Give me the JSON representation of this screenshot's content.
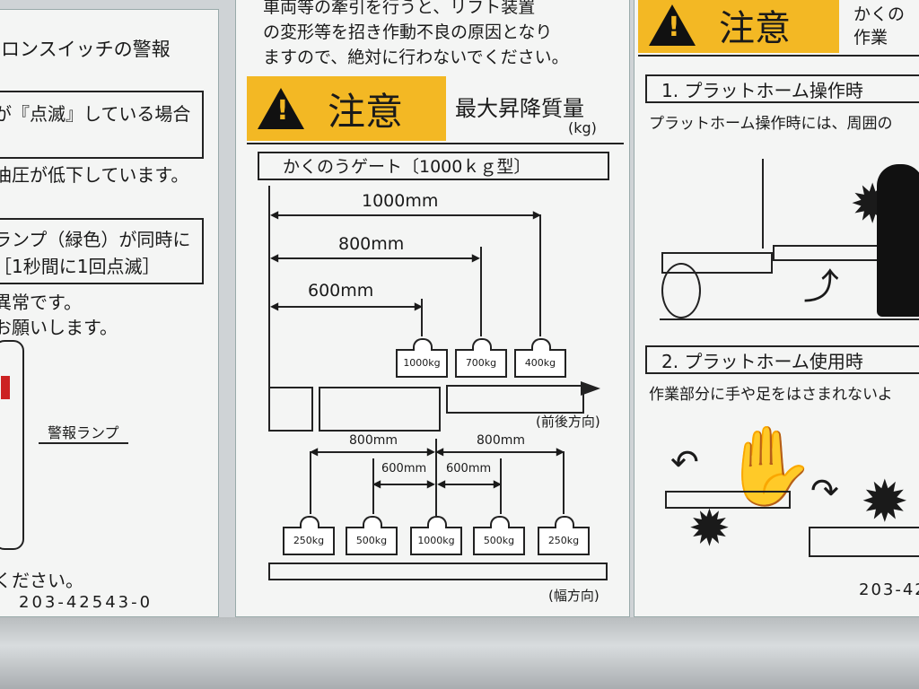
{
  "left_panel": {
    "title": "ロンスイッチの警報",
    "line1": "が『点滅』している場合",
    "line2": "油圧が低下しています。",
    "line3": "ランプ（緑色）が同時に",
    "line4": "［1秒間に1回点滅］",
    "line5": "異常です。",
    "line6": "お願いします。",
    "lamp_label": "警報ランプ",
    "line7": "ください。",
    "code": "203-42543-0"
  },
  "center_panel": {
    "top_text_1": "車両等の牽引を行うと、リフト装置",
    "top_text_2": "の変形等を招き作動不良の原因となり",
    "top_text_3": "ますので、絶対に行わないでください。",
    "caution": "注意",
    "max_label": "最大昇降質量",
    "unit": "(kg)",
    "gate_title": "かくのうゲート〔1000ｋｇ型〕",
    "dim_1000": "1000mm",
    "dim_800": "800mm",
    "dim_600": "600mm",
    "w_1000": "1000kg",
    "w_700": "700kg",
    "w_400": "400kg",
    "dir_front": "(前後方向)",
    "dim_800_l": "800mm",
    "dim_800_r": "800mm",
    "dim_600_l": "600mm",
    "dim_600_r": "600mm",
    "wb_250_l": "250kg",
    "wb_500_l": "500kg",
    "wb_1000": "1000kg",
    "wb_500_r": "500kg",
    "wb_250_r": "250kg",
    "dir_width": "(幅方向)"
  },
  "right_panel": {
    "caution": "注意",
    "side_1": "かくの",
    "side_2": "作業",
    "sec1_title": "1. プラットホーム操作時",
    "sec1_text": "プラットホーム操作時には、周囲の",
    "sec2_title": "2. プラットホーム使用時",
    "sec2_text": "作業部分に手や足をはさまれないよ",
    "code": "203-42"
  },
  "colors": {
    "warning_yellow": "#f3b824",
    "ink": "#1a1a1a",
    "panel": "#f4f5f4"
  }
}
